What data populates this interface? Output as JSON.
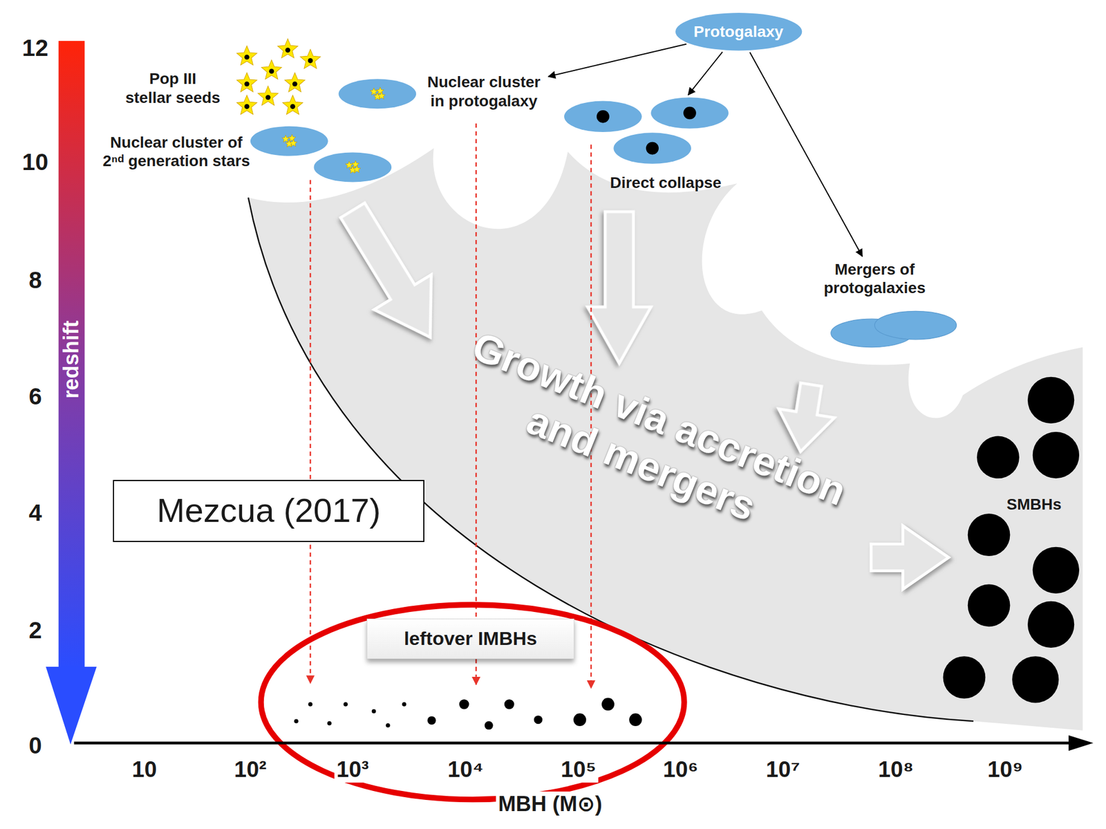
{
  "diagram": {
    "nodes": [
      {
        "text": [
          "Protogalaxy"
        ]
      },
      {
        "text": [
          "Nuclear cluster in protogalaxy"
        ]
      },
      {
        "text": [
          "Direct collapse"
        ]
      },
      {
        "text": [
          "Mergers of protogalaxies"
        ]
      },
      {
        "text": [
          "leftover IMBHs"
        ]
      },
      {
        "text": [
          "Mezcua (2017)"
        ]
      }
    ],
    "edges": [
      {
        "from": 0,
        "to": 1,
        "arrow": "to"
      },
      {
        "from": 0,
        "to": 2,
        "arrow": "to"
      },
      {
        "from": 0,
        "to": 3,
        "arrow": "to"
      }
    ],
    "labels": [
      "Pop III stellar seeds",
      "Nuclear cluster of 2ⁿᵈ generation stars",
      "Growth via accretion and mergers",
      "SMBHs",
      "redshift",
      "12",
      "10",
      "8",
      "6",
      "4",
      "2",
      "0",
      "10",
      "10²",
      "10³",
      "10⁴",
      "10⁵",
      "10⁶",
      "10⁷",
      "10⁸",
      "10⁹",
      "MBH (M⊙)"
    ]
  }
}
